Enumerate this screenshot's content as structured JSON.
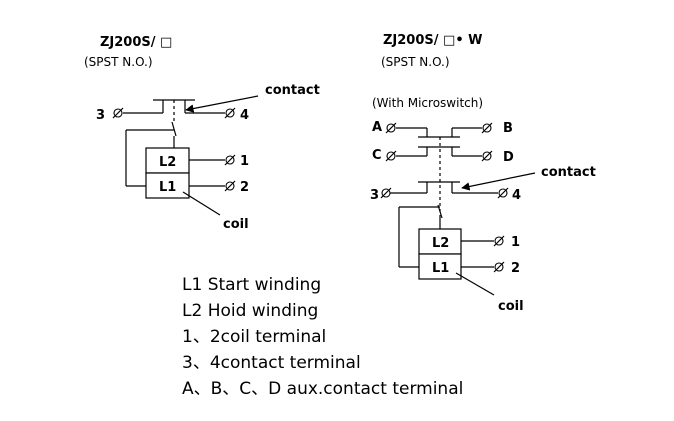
{
  "left": {
    "model": "ZJ200S/ □",
    "type": "(SPST N.O.)",
    "contact_label": "contact",
    "coil_label": "coil",
    "coil_upper": "L2",
    "coil_lower": "L1",
    "terminals": {
      "t3": "3",
      "t4": "4",
      "t1": "1",
      "t2": "2"
    }
  },
  "right": {
    "model": "ZJ200S/ □• W",
    "type": "(SPST N.O.)",
    "with": "(With Microswitch)",
    "contact_label": "contact",
    "coil_label": "coil",
    "coil_upper": "L2",
    "coil_lower": "L1",
    "terminals": {
      "a": "A",
      "b": "B",
      "c": "C",
      "d": "D",
      "t3": "3",
      "t4": "4",
      "t1": "1",
      "t2": "2"
    }
  },
  "legend": [
    "L1 Start winding",
    "L2 Hoid winding",
    "1、2coil terminal",
    "3、4contact terminal",
    "A、B、C、D aux.contact terminal"
  ]
}
